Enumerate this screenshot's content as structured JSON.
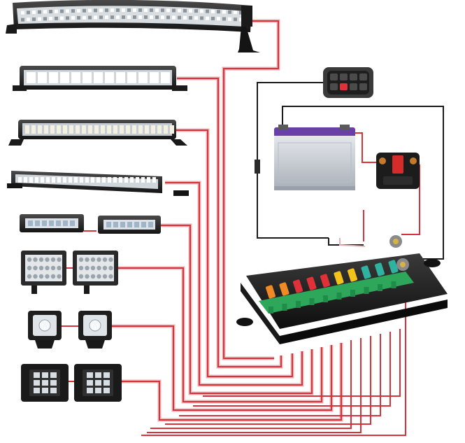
{
  "diagram": {
    "wire_colors": {
      "red": "#d8323b",
      "pink": "#e8b3b7",
      "black": "#1a1a1a"
    },
    "component_colors": {
      "housing": "#2a2a2a",
      "housing_dark": "#141414",
      "lens": "#e9eef2",
      "battery_body": "#c9ced6",
      "battery_top": "#6a3fa6",
      "breaker_red": "#d62b2b",
      "fusebox_green": "#2ea75a",
      "switch_panel": "#3a3a3a"
    },
    "fuse_colors": [
      "#f08a24",
      "#f08a24",
      "#e0303a",
      "#e0303a",
      "#e0303a",
      "#f4c21a",
      "#f4c21a",
      "#2fb3a0",
      "#2fb3a0",
      "#2fb3a0"
    ],
    "components": [
      "curved-light-bar",
      "slim-light-bar-1",
      "slim-light-bar-2",
      "slim-light-bar-3",
      "mini-bar-pair",
      "pod-light-pair",
      "cube-light-pair",
      "flush-mount-pair",
      "switch-panel",
      "battery",
      "circuit-breaker",
      "fuse-relay-box"
    ]
  }
}
